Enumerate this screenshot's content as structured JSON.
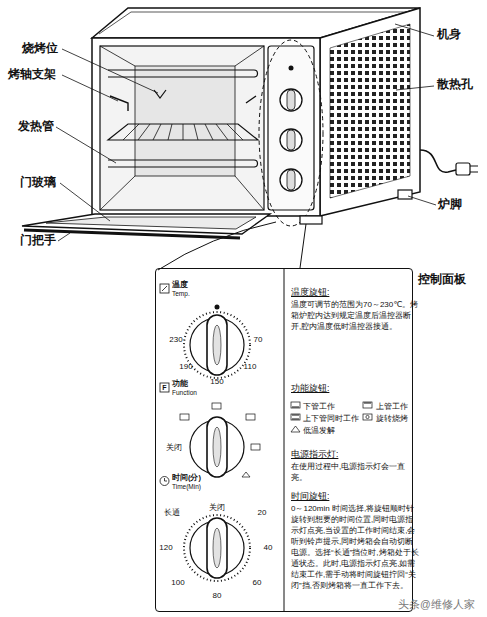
{
  "diagram": {
    "nodes": [
      {
        "text": [
          "温度旋钮:",
          "温度可调节的范围为70～230℃。烤箱炉腔内达到规定温度后温控器断开,腔内温度低时温控器接通。",
          "功能旋钮:",
          "下管工作",
          "上管工作",
          "上下管同时工作",
          "旋转烧烤",
          "低温发解",
          "电源指示灯:",
          "在使用过程中,电源指示灯会一直亮。",
          "时间旋钮:",
          "0～120min 时间选择,将旋钮顺时针旋转到想要的时间位置,同时电源指示灯点亮,当设置的工作时间结束,会听到铃声提示,同时烤箱会自动切断电源。选择“长通”挡位时,烤箱处于长通状态。此时,电源指示灯点亮,如需结束工作,需手动将时间旋钮拧回“关闭”挡,否则烤箱将一直工作下去。"
        ]
      }
    ],
    "labels": [
      "烧烤位",
      "烤轴支架",
      "发热管",
      "门玻璃",
      "门把手",
      "机身",
      "散热孔",
      "炉脚",
      "控制面板",
      "温度",
      "Temp.",
      "230",
      "70",
      "190",
      "110",
      "150",
      "F",
      "功能",
      "Function",
      "关闭",
      "时间(分)",
      "Time(Min)",
      "长通",
      "关闭",
      "20",
      "120",
      "40",
      "100",
      "60",
      "80",
      "头条@维修人家"
    ]
  }
}
